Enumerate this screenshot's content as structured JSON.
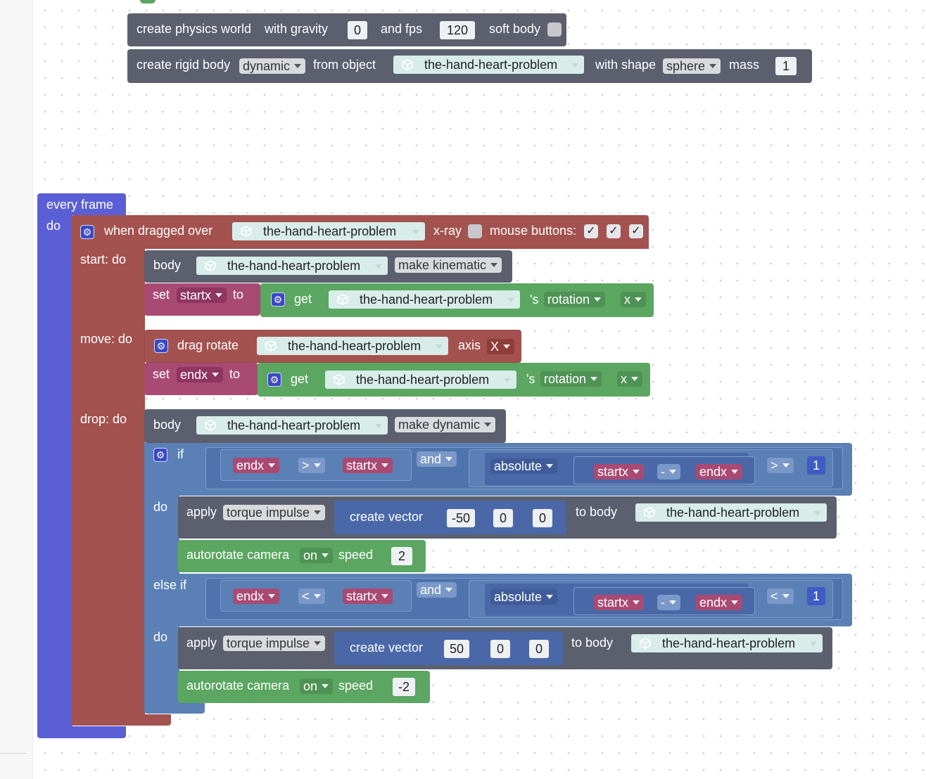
{
  "physics_world": {
    "label": "create physics world",
    "gravity_label": "with gravity",
    "gravity": "0",
    "fps_label": "and fps",
    "fps": "120",
    "soft_body_label": "soft body"
  },
  "rigid_body": {
    "label": "create rigid body",
    "type": "dynamic",
    "from_label": "from object",
    "object": "the-hand-heart-problem",
    "shape_label": "with shape",
    "shape": "sphere",
    "mass_label": "mass",
    "mass": "1"
  },
  "every_frame": {
    "label": "every frame",
    "do_label": "do"
  },
  "drag": {
    "label": "when dragged over",
    "object": "the-hand-heart-problem",
    "xray_label": "x-ray",
    "mouse_label": "mouse buttons:",
    "checks": [
      "✓",
      "✓",
      "✓"
    ],
    "start_label": "start: do",
    "move_label": "move: do",
    "drop_label": "drop: do"
  },
  "start": {
    "body_label": "body",
    "body_object": "the-hand-heart-problem",
    "body_action": "make kinematic",
    "set_label": "set",
    "set_var": "startx",
    "to_label": "to",
    "get_label": "get",
    "get_object": "the-hand-heart-problem",
    "s_label": "'s",
    "prop": "rotation",
    "axis": "x"
  },
  "move": {
    "drag_label": "drag rotate",
    "drag_object": "the-hand-heart-problem",
    "axis_label": "axis",
    "axis": "X",
    "set_label": "set",
    "set_var": "endx",
    "to_label": "to",
    "get_label": "get",
    "get_object": "the-hand-heart-problem",
    "s_label": "'s",
    "prop": "rotation",
    "axis2": "x"
  },
  "drop": {
    "body_label": "body",
    "body_object": "the-hand-heart-problem",
    "body_action": "make dynamic",
    "if_label": "if",
    "do_label": "do",
    "elseif_label": "else if",
    "do2_label": "do",
    "cond1": {
      "a": "endx",
      "op": ">",
      "b": "startx",
      "and": "and",
      "abs": "absolute",
      "c": "startx",
      "minus": "-",
      "d": "endx",
      "cmp": ">",
      "n": "1"
    },
    "cond2": {
      "a": "endx",
      "op": "<",
      "b": "startx",
      "and": "and",
      "abs": "absolute",
      "c": "startx",
      "minus": "-",
      "d": "endx",
      "cmp": "<",
      "n": "1"
    },
    "apply1": {
      "label": "apply",
      "kind": "torque impulse",
      "vec_label": "create vector",
      "x": "-50",
      "y": "0",
      "z": "0",
      "to_body": "to body",
      "object": "the-hand-heart-problem"
    },
    "cam1": {
      "label": "autorotate camera",
      "state": "on",
      "speed_label": "speed",
      "speed": "2"
    },
    "apply2": {
      "label": "apply",
      "kind": "torque impulse",
      "vec_label": "create vector",
      "x": "50",
      "y": "0",
      "z": "0",
      "to_body": "to body",
      "object": "the-hand-heart-problem"
    },
    "cam2": {
      "label": "autorotate camera",
      "state": "on",
      "speed_label": "speed",
      "speed": "-2"
    }
  },
  "colors": {
    "gray": "#5b5f6e",
    "red": "#a3524f",
    "pink": "#a94a73",
    "green": "#5ba661",
    "blue": "#5b80b5",
    "purple": "#5b5fd5"
  },
  "icons": [
    "cube-icon",
    "gear-icon",
    "checkbox-icon",
    "dropdown-arrow-icon"
  ]
}
